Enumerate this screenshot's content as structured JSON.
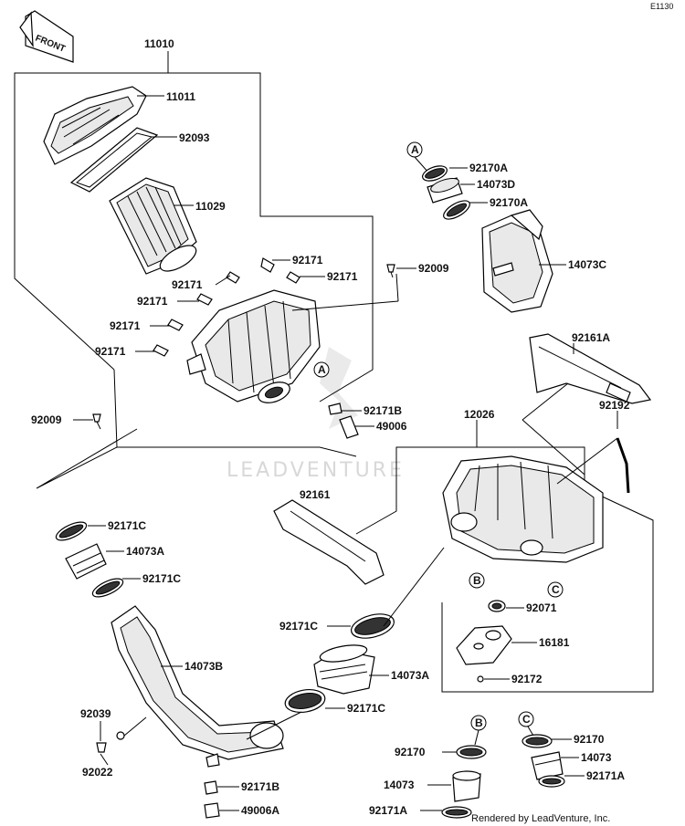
{
  "diagram_code": "E1130",
  "front_label": "FRONT",
  "watermark": "LEADVENTURE",
  "credit": "Rendered by LeadVenture, Inc.",
  "parts": [
    {
      "id": "p11010",
      "label": "11010"
    },
    {
      "id": "p11011",
      "label": "11011"
    },
    {
      "id": "p92093",
      "label": "92093"
    },
    {
      "id": "p11029",
      "label": "11029"
    },
    {
      "id": "p92171a",
      "label": "92171"
    },
    {
      "id": "p92171b",
      "label": "92171"
    },
    {
      "id": "p92171c",
      "label": "92171"
    },
    {
      "id": "p92171d",
      "label": "92171"
    },
    {
      "id": "p92171e",
      "label": "92171"
    },
    {
      "id": "p92171f",
      "label": "92171"
    },
    {
      "id": "p92009a",
      "label": "92009"
    },
    {
      "id": "p92009b",
      "label": "92009"
    },
    {
      "id": "p92170A1",
      "label": "92170A"
    },
    {
      "id": "p14073D",
      "label": "14073D"
    },
    {
      "id": "p92170A2",
      "label": "92170A"
    },
    {
      "id": "p14073C",
      "label": "14073C"
    },
    {
      "id": "p92161A",
      "label": "92161A"
    },
    {
      "id": "p92171B1",
      "label": "92171B"
    },
    {
      "id": "p49006",
      "label": "49006"
    },
    {
      "id": "p12026",
      "label": "12026"
    },
    {
      "id": "p92192",
      "label": "92192"
    },
    {
      "id": "p92161",
      "label": "92161"
    },
    {
      "id": "p92171C1",
      "label": "92171C"
    },
    {
      "id": "p14073A1",
      "label": "14073A"
    },
    {
      "id": "p92171C2",
      "label": "92171C"
    },
    {
      "id": "p92071",
      "label": "92071"
    },
    {
      "id": "p16181",
      "label": "16181"
    },
    {
      "id": "p92172",
      "label": "92172"
    },
    {
      "id": "p92171C3",
      "label": "92171C"
    },
    {
      "id": "p14073A2",
      "label": "14073A"
    },
    {
      "id": "p14073B",
      "label": "14073B"
    },
    {
      "id": "p92171C4",
      "label": "92171C"
    },
    {
      "id": "p92039",
      "label": "92039"
    },
    {
      "id": "p92022",
      "label": "92022"
    },
    {
      "id": "p92171B2",
      "label": "92171B"
    },
    {
      "id": "p49006A",
      "label": "49006A"
    },
    {
      "id": "p92170a",
      "label": "92170"
    },
    {
      "id": "p14073a",
      "label": "14073"
    },
    {
      "id": "p92171Aa",
      "label": "92171A"
    },
    {
      "id": "p92170b",
      "label": "92170"
    },
    {
      "id": "p14073b",
      "label": "14073"
    },
    {
      "id": "p92171Ab",
      "label": "92171A"
    }
  ],
  "callouts": [
    "A",
    "A",
    "B",
    "C",
    "B",
    "C"
  ]
}
